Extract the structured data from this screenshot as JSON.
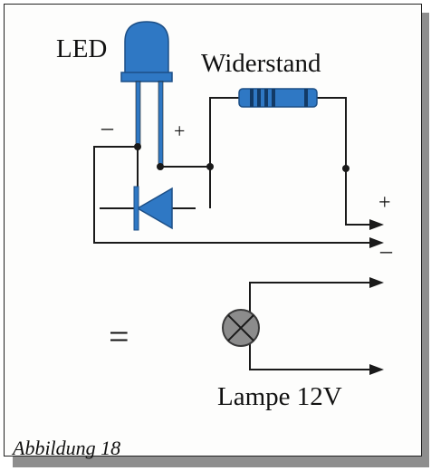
{
  "labels": {
    "led": "LED",
    "resistor": "Widerstand",
    "led_plus": "+",
    "led_minus": "–",
    "out_plus": "+",
    "out_minus": "–",
    "equals": "=",
    "lamp": "Lampe 12V",
    "caption": "Abbildung 18"
  },
  "colors": {
    "component_blue": "#2f78c4",
    "wire": "#1a1a1a",
    "lamp_gray": "#8c8c8c"
  }
}
